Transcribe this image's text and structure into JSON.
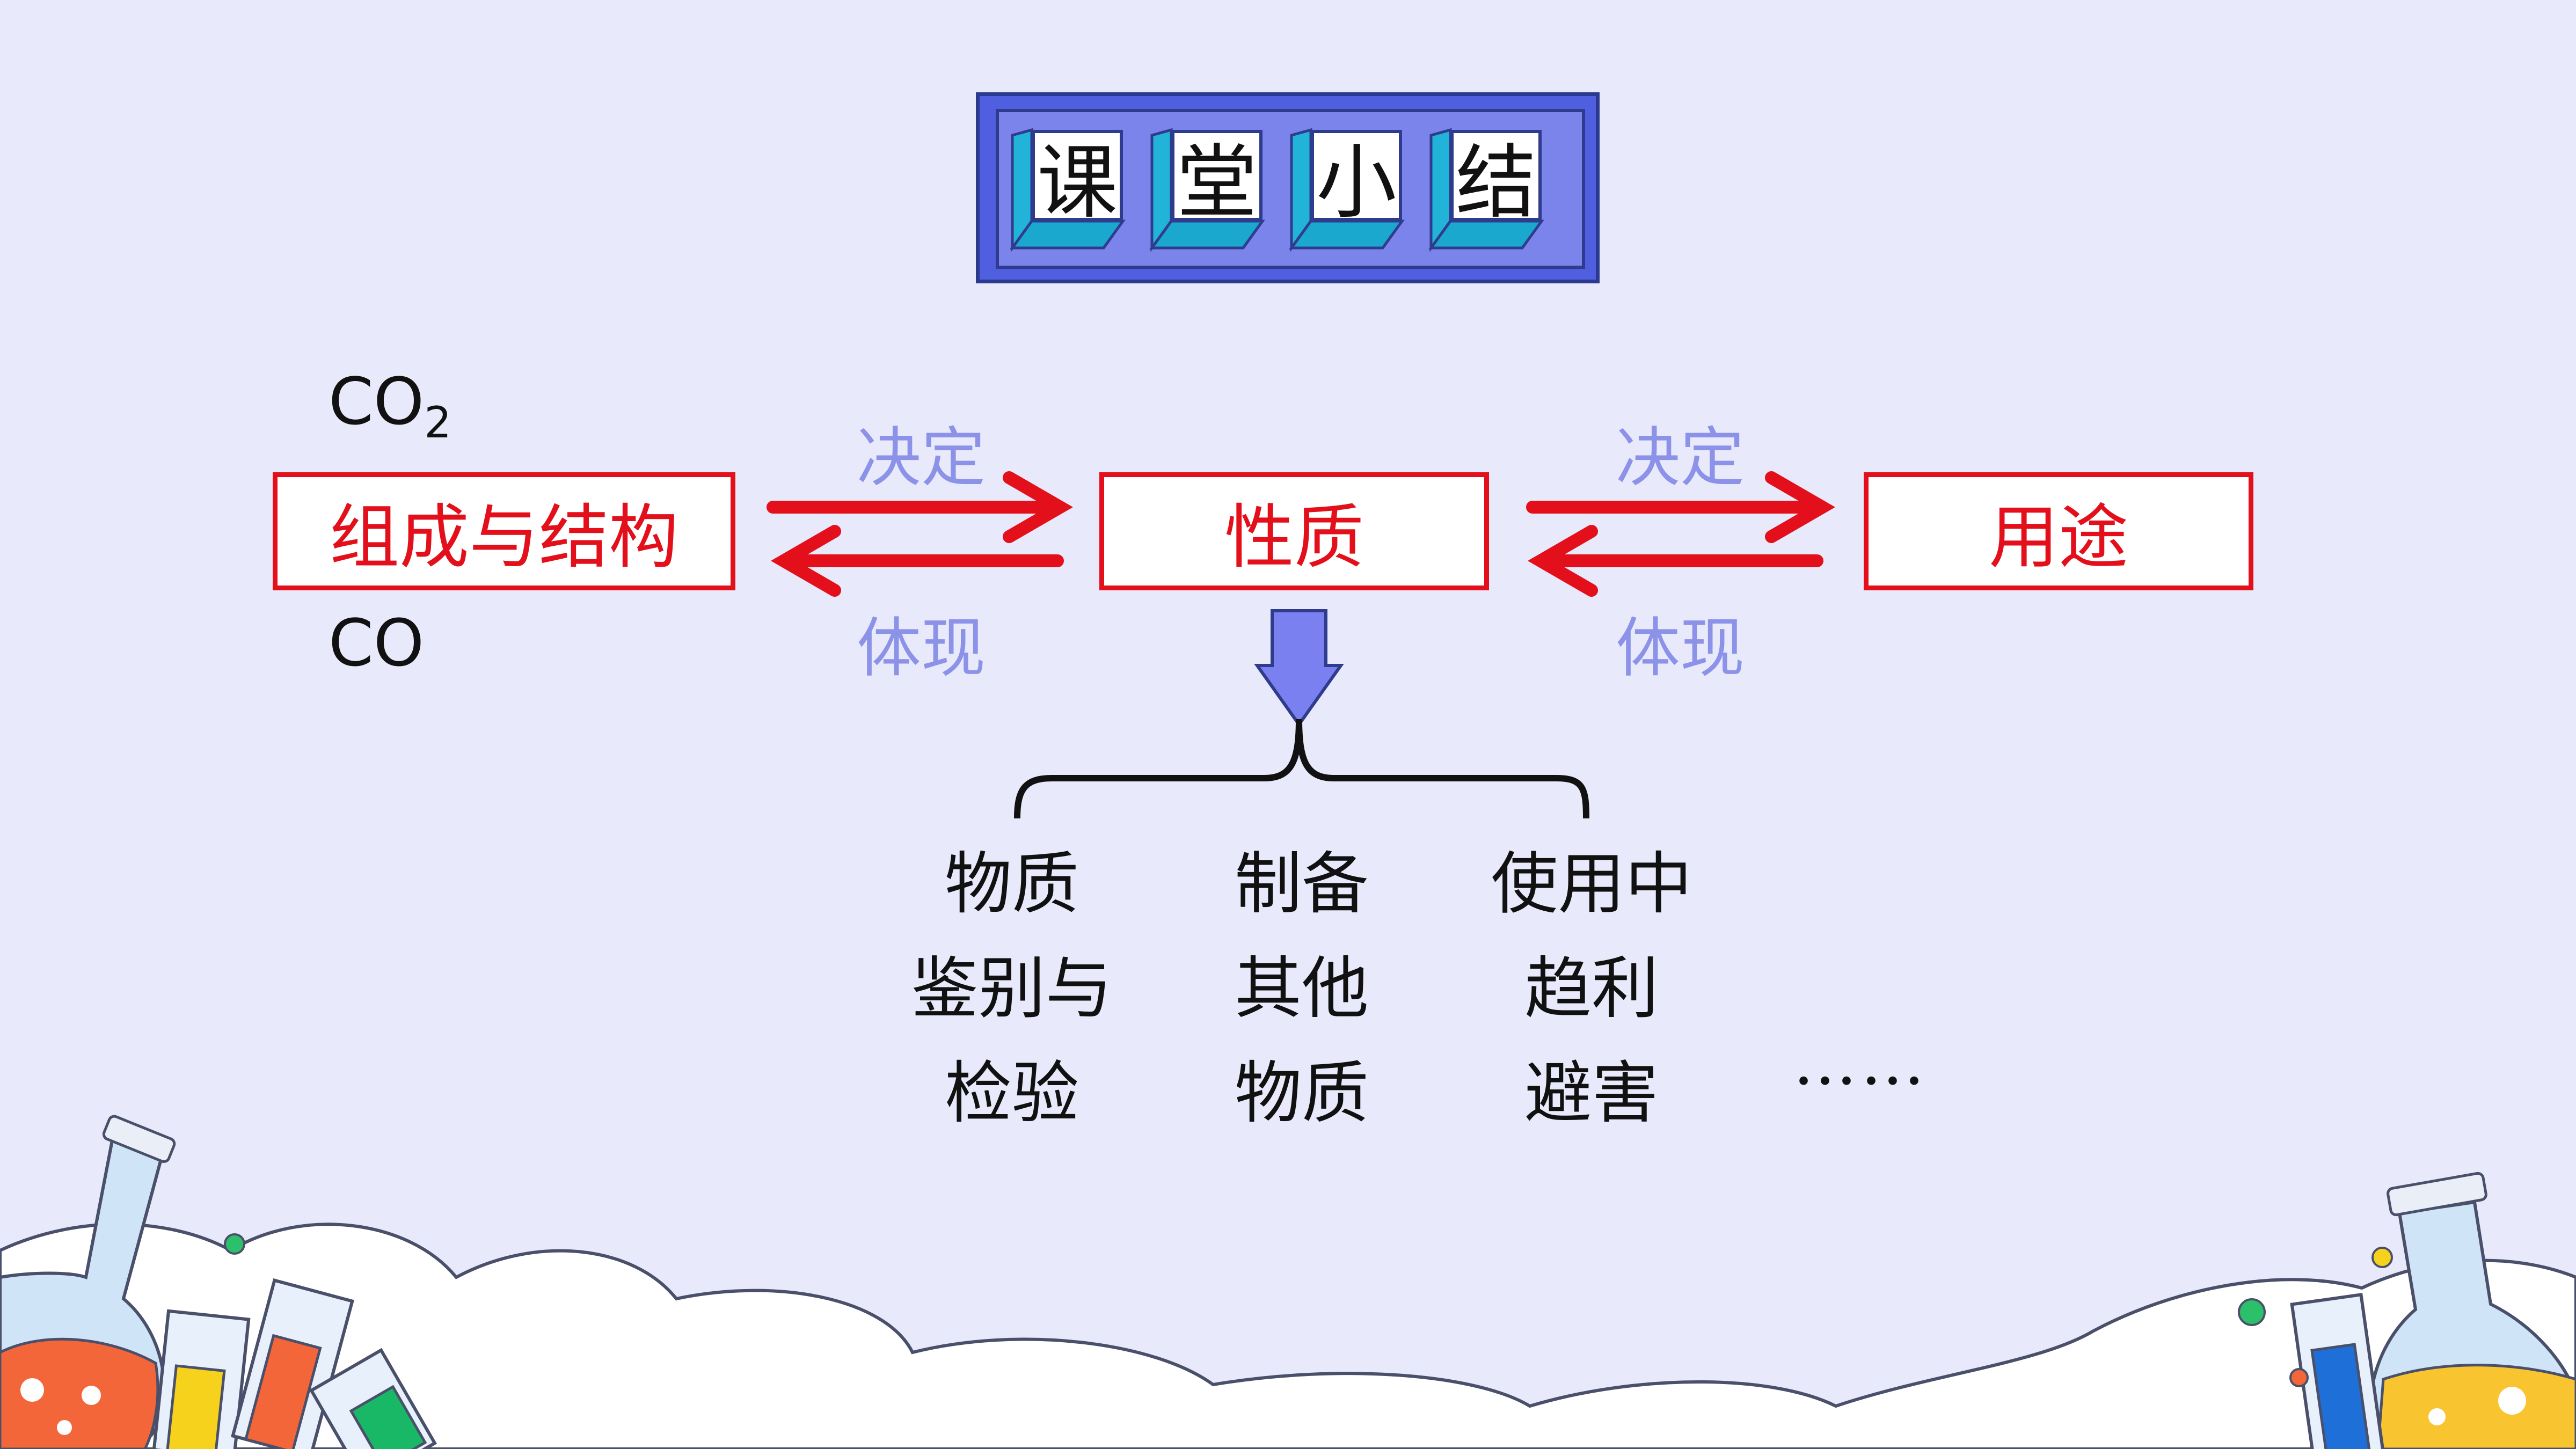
{
  "title": {
    "chars": [
      "课",
      "堂",
      "小",
      "结"
    ]
  },
  "left_molecules": {
    "co2_base": "CO",
    "co2_sub": "2",
    "co": "CO"
  },
  "boxes": {
    "composition": "组成与结构",
    "property": "性质",
    "usage": "用途"
  },
  "arrows": {
    "left_top": "决定",
    "left_bottom": "体现",
    "right_top": "决定",
    "right_bottom": "体现"
  },
  "branches": [
    {
      "lines": [
        "物质",
        "鉴别与",
        "检验"
      ]
    },
    {
      "lines": [
        "制备",
        "其他",
        "物质"
      ]
    },
    {
      "lines": [
        "使用中",
        "趋利",
        "避害"
      ]
    }
  ],
  "ellipsis": "……",
  "colors": {
    "background": "#e8e9fb",
    "box_border": "#e3101b",
    "arrow_red": "#e3101b",
    "arrow_label": "#8c92e8",
    "down_arrow": "#7b80f0",
    "banner": "#4f5fe0"
  }
}
